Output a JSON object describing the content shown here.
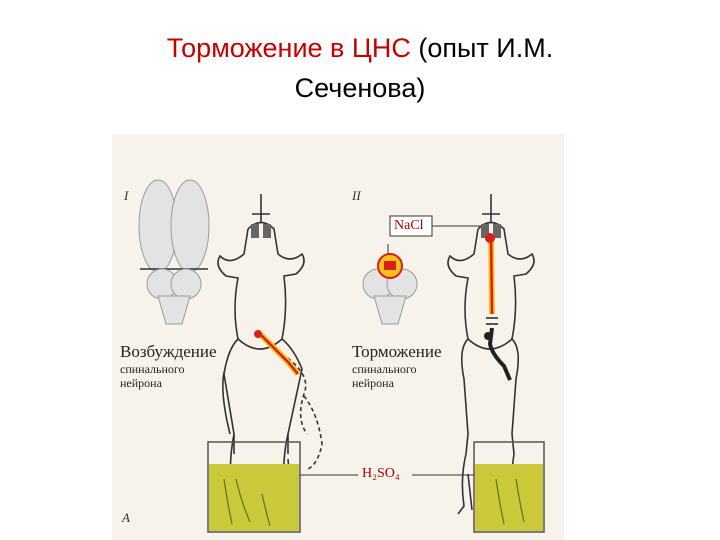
{
  "slide": {
    "title_highlight": "Торможение в ЦНС",
    "title_rest": " (опыт И.М.",
    "title_line2": "Сеченова)"
  },
  "figure": {
    "panel_left_label": "I",
    "panel_right_label": "II",
    "corner_label": "А",
    "left_caption": "Возбуждение",
    "left_caption_sub1": "спинального",
    "left_caption_sub2": "нейрона",
    "right_caption": "Торможение",
    "right_caption_sub1": "спинального",
    "right_caption_sub2": "нейрона",
    "nacl_label": "NaCl",
    "acid_label": "H₂SO₄",
    "colors": {
      "title_red": "#c40000",
      "pathway_red": "#d8201a",
      "pathway_yellow": "#f2c21b",
      "acid_fill": "#c9c93a"
    }
  }
}
